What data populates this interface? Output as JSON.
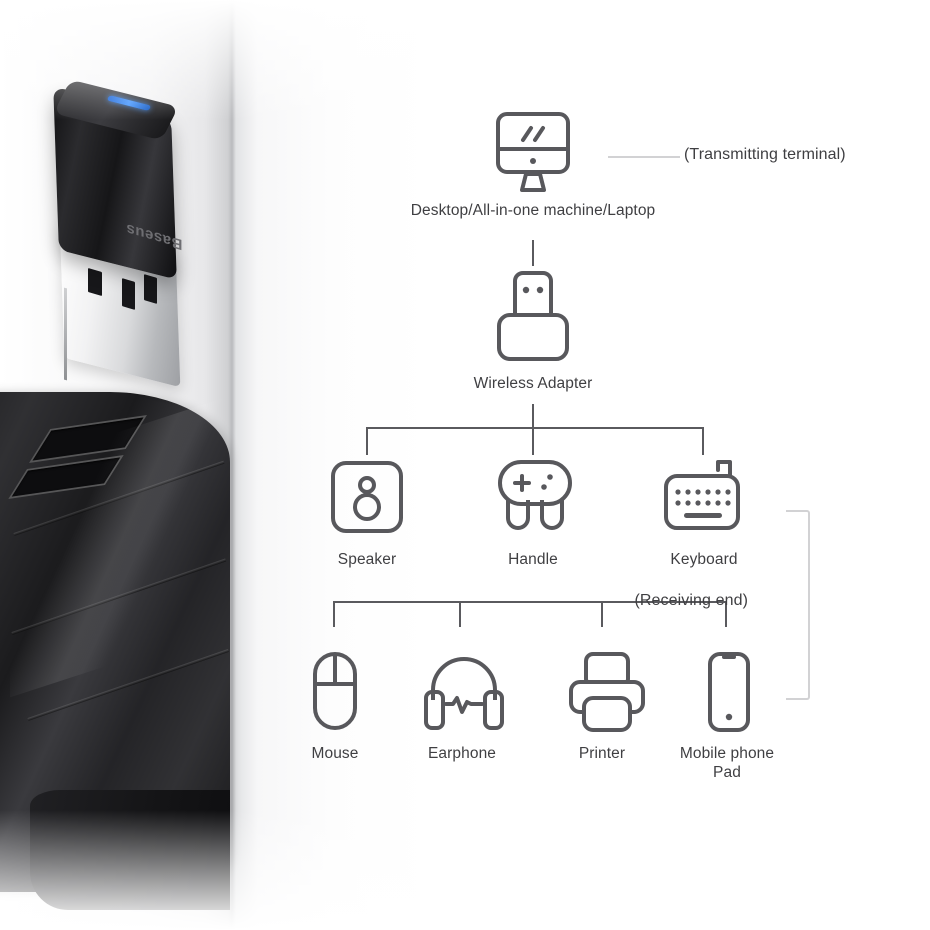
{
  "scene": {
    "product_brand": "Baseus",
    "background_device": "usb-hub-device-photo"
  },
  "diagram": {
    "transmitting_note": "(Transmitting terminal)",
    "receiving_note": "(Receiving end)",
    "top": {
      "icon": "desktop-monitor-icon",
      "label": "Desktop/All-in-one machine/Laptop"
    },
    "adapter": {
      "icon": "usb-wireless-adapter-icon",
      "label": "Wireless Adapter"
    },
    "row1": [
      {
        "icon": "speaker-icon",
        "label": "Speaker"
      },
      {
        "icon": "gamepad-icon",
        "label": "Handle"
      },
      {
        "icon": "keyboard-icon",
        "label": "Keyboard"
      }
    ],
    "row2": [
      {
        "icon": "mouse-icon",
        "label": "Mouse"
      },
      {
        "icon": "earphone-icon",
        "label": "Earphone"
      },
      {
        "icon": "printer-icon",
        "label": "Printer"
      },
      {
        "icon": "mobile-phone-icon",
        "label": "Mobile phone",
        "label2": "Pad"
      }
    ]
  },
  "colors": {
    "icon_stroke": "#58585c",
    "text": "#3f3f42",
    "connector": "#5a5a5e",
    "bracket": "#d2d2d4",
    "led_blue": "#3f8dff",
    "background": "#ffffff"
  }
}
